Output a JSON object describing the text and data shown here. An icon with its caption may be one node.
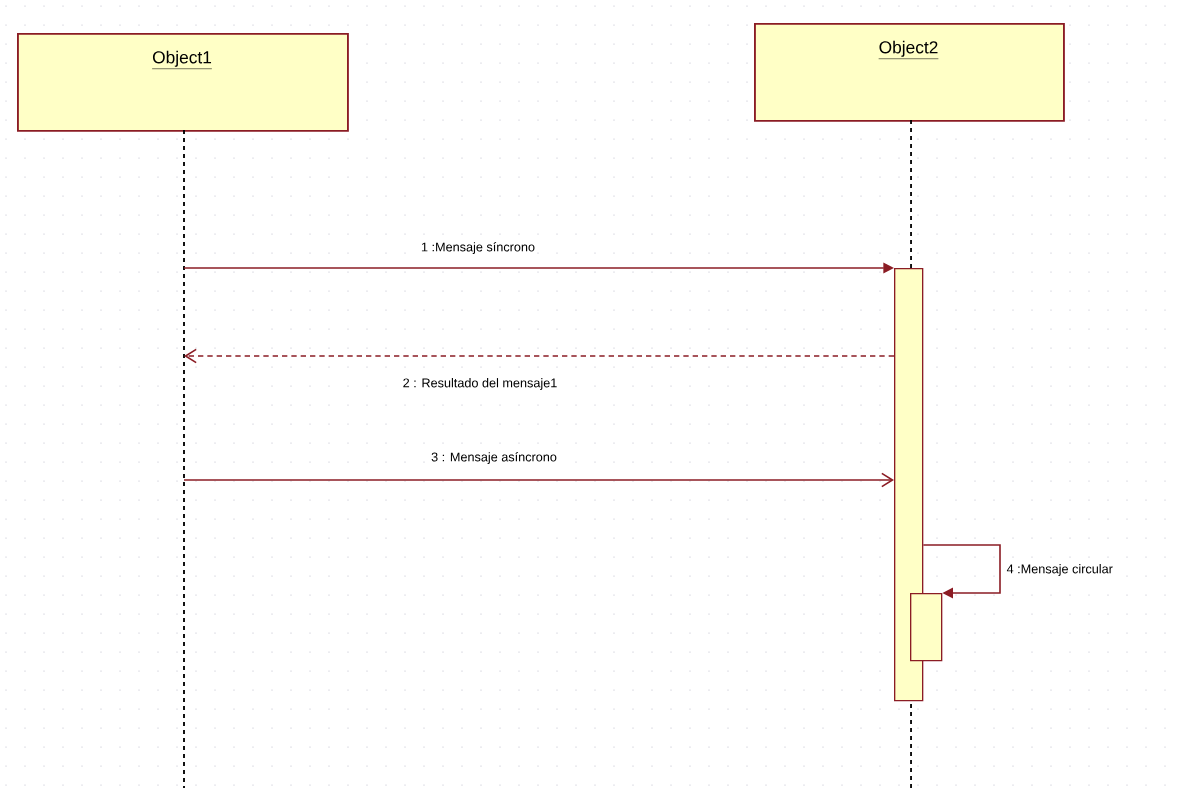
{
  "diagram": {
    "nodes": [
      {
        "text": [
          "Object1"
        ]
      },
      {
        "text": [
          "Object2"
        ]
      },
      {
        "text": [],
        "shape": "line"
      },
      {
        "text": [],
        "shape": "line"
      },
      {
        "text": [],
        "shape": "bar"
      },
      {
        "text": [],
        "shape": "bar"
      }
    ],
    "edges": [
      {
        "from": 2,
        "to": 4,
        "arrow": "to",
        "label": "1 :Mensaje síncrono"
      },
      {
        "from": 4,
        "to": 2,
        "arrow": "to",
        "label": "2 : Resultado del mensaje1",
        "style": "dashed"
      },
      {
        "from": 2,
        "to": 4,
        "arrow": "to",
        "label": "3 : Mensaje asíncrono"
      },
      {
        "from": 4,
        "to": 5,
        "arrow": "to",
        "label": "4 :Mensaje circular"
      }
    ]
  }
}
